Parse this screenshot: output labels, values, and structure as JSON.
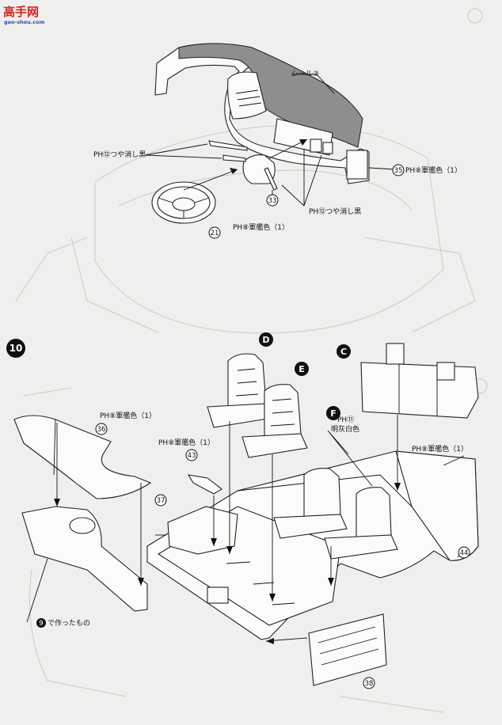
{
  "watermark": {
    "brand": "高手网",
    "domain": "gao-shou.com"
  },
  "steps": [
    {
      "id": "step-10",
      "number": "10"
    }
  ],
  "upper_assembly": {
    "seal_label": "シール③",
    "upper_left_label": "PH⑫つや消し黒",
    "part_35_label": "PH⑧軍艦色（1）",
    "part_33_bottom_label": "PH⑫つや消し黒",
    "part_21_label": "PH⑧軍艦色（1）",
    "parts": [
      "35",
      "33",
      "21"
    ]
  },
  "lower_assembly": {
    "part_36_label": "PH⑧軍艦色（1）",
    "part_43_label": "PH⑧軍艦色（1）",
    "part_F_code": "PH⑪",
    "part_F_color": "明灰白色",
    "part_44_label": "PH⑧軍艦色（1）",
    "made_in_step_label": "で作ったもの",
    "made_in_step_number": "9",
    "parts": [
      "36",
      "43",
      "37",
      "44",
      "38"
    ],
    "letters": [
      "D",
      "E",
      "C",
      "F"
    ]
  },
  "colors": {
    "ink": "#1a1a1a",
    "paper": "#efefed",
    "shade": "#8e8e8c",
    "ghost": "#c9c9c6",
    "watermark_red": "#d2261f",
    "watermark_blue": "#2a4fb0"
  }
}
